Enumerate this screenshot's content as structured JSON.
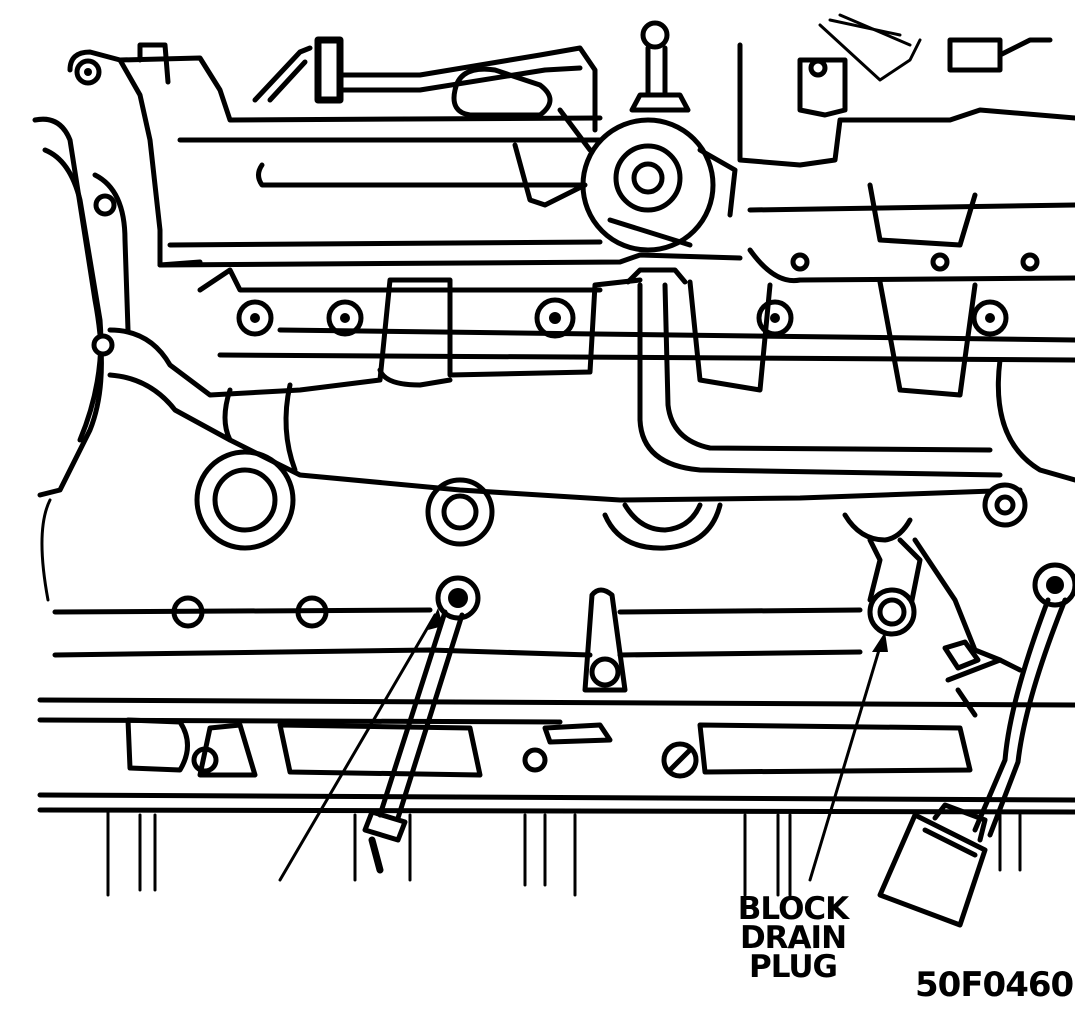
{
  "figure": {
    "callout_lines": [
      "BLOCK",
      "DRAIN",
      "PLUG"
    ],
    "figure_code": "50F0460"
  }
}
